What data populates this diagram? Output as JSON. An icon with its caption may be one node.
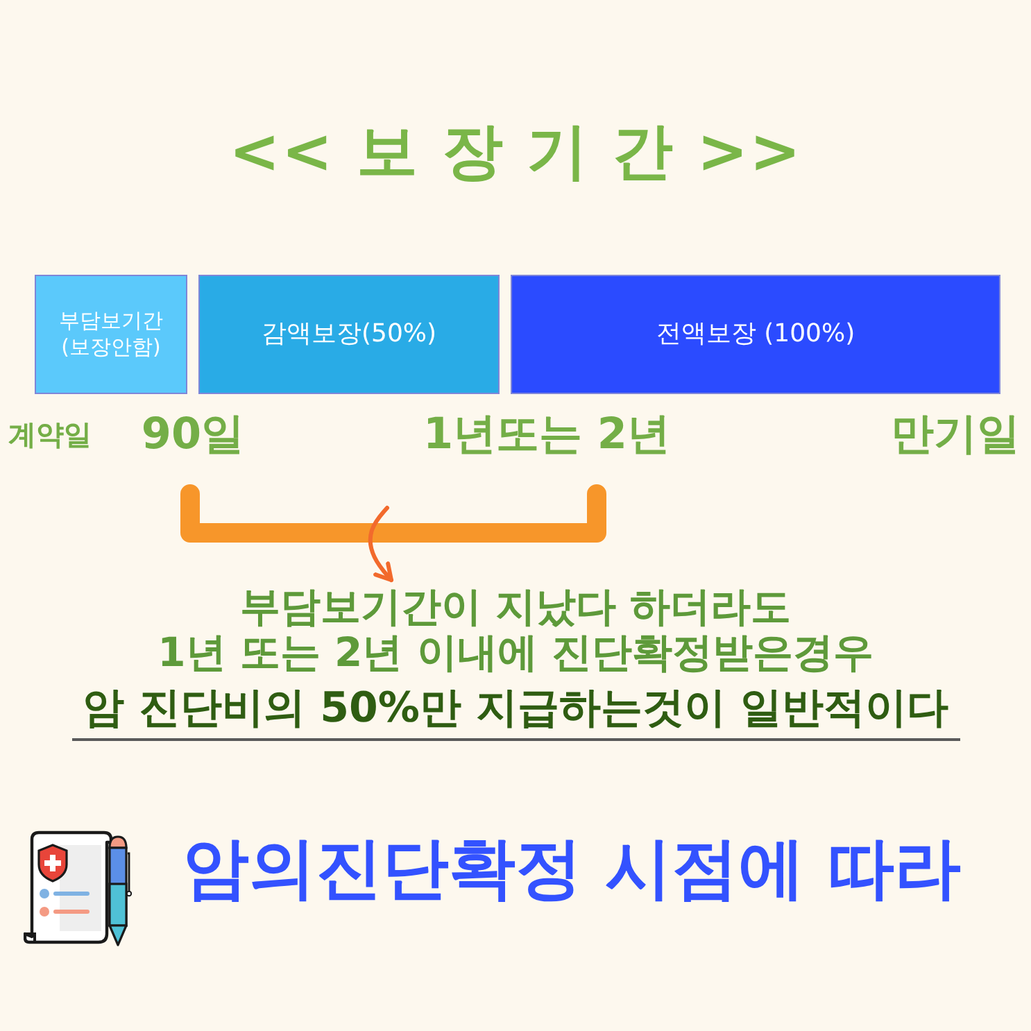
{
  "diagram": {
    "title": "<< 보 장 기 간 >>",
    "nodes": [
      {
        "text": [
          "부담보기간 (보장안함)"
        ]
      },
      {
        "text": [
          "감액보장(50%)"
        ]
      },
      {
        "text": [
          "전액보장 (100%)"
        ]
      },
      {
        "text": [
          "부담보기간이 지났다 하더라도",
          "1년 또는 2년 이내에 진단확정받은경우",
          "암 진단비의 50%만 지급하는것이 일반적이다"
        ]
      }
    ],
    "edges": [
      {
        "from": null,
        "to": 3,
        "arrow": "to"
      }
    ],
    "labels": [
      "계약일",
      "90일",
      "1년또는 2년",
      "만기일",
      "암의진단확정 시점에 따라"
    ]
  }
}
